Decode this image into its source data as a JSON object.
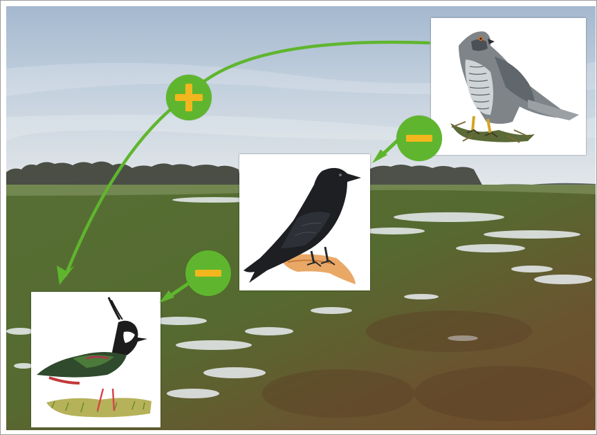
{
  "colors": {
    "sky_top": "#9fb4cc",
    "sky_bottom": "#e2e7ea",
    "field_green": "#4f6a30",
    "field_soil": "#6e4e2c",
    "snow": "#ecf0f4",
    "arrow_green": "#5fb62e",
    "sign_yellow": "#f2b61e"
  },
  "cards": [
    {
      "name": "hawk",
      "icon": "goshawk-illustration"
    },
    {
      "name": "crow",
      "icon": "carrion-crow-illustration"
    },
    {
      "name": "lapwing",
      "icon": "northern-lapwing-illustration"
    }
  ],
  "interactions": {
    "hawk_to_lapwing": {
      "sign": "+"
    },
    "hawk_to_crow": {
      "sign": "−"
    },
    "crow_to_lapwing": {
      "sign": "−"
    }
  }
}
